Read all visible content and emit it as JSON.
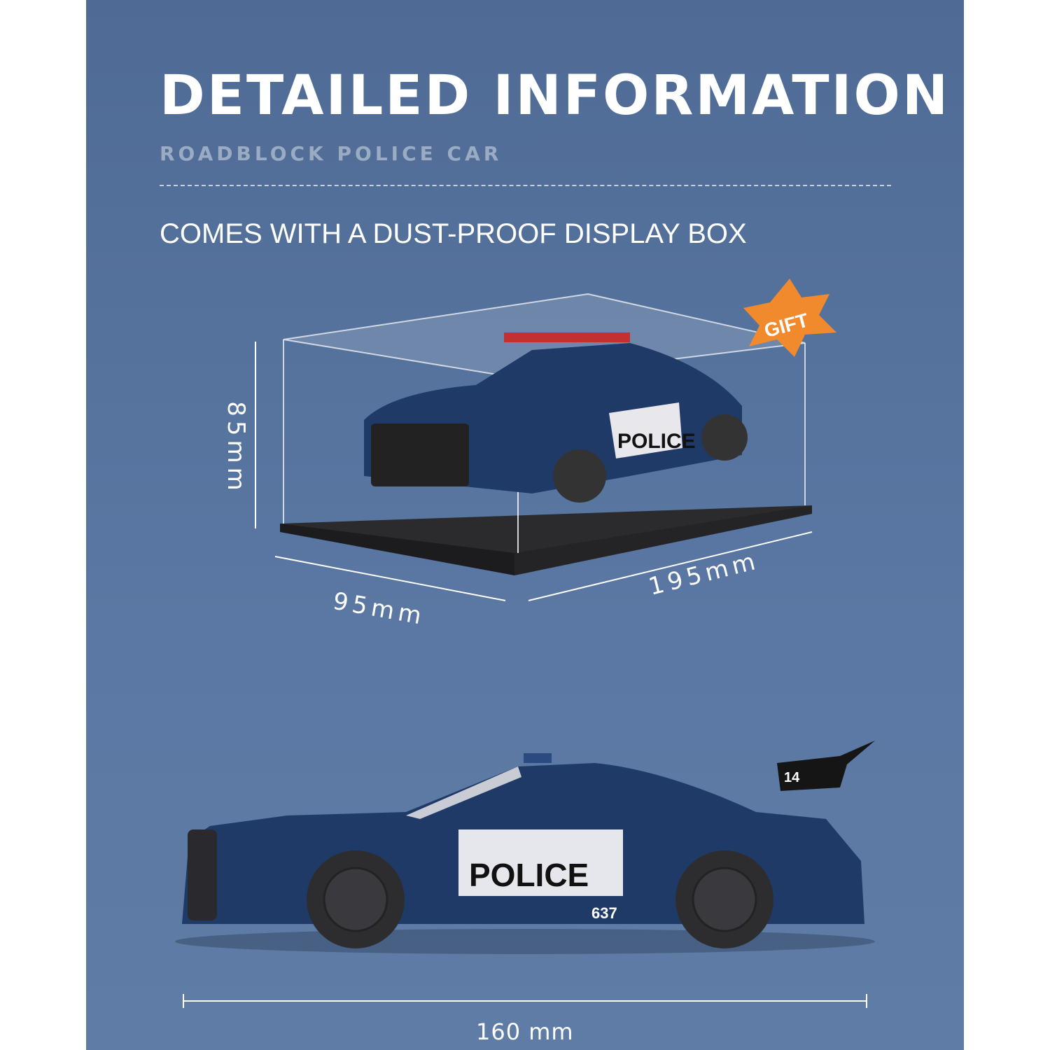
{
  "heading": {
    "title": "DETAILED INFORMATION",
    "subtitle": "ROADBLOCK POLICE CAR"
  },
  "feature_text": "COMES WITH A DUST-PROOF DISPLAY BOX",
  "badge": {
    "label": "GIFT",
    "color": "#f08a2c"
  },
  "dimensions": {
    "height": "85mm",
    "depth": "95mm",
    "width": "195mm",
    "car_length": "160 mm"
  },
  "car_markings": {
    "door_text": "POLICE",
    "number": "637",
    "spoiler_number": "14"
  },
  "colors": {
    "background": "#5672a0",
    "car_body": "#1f3a66"
  }
}
